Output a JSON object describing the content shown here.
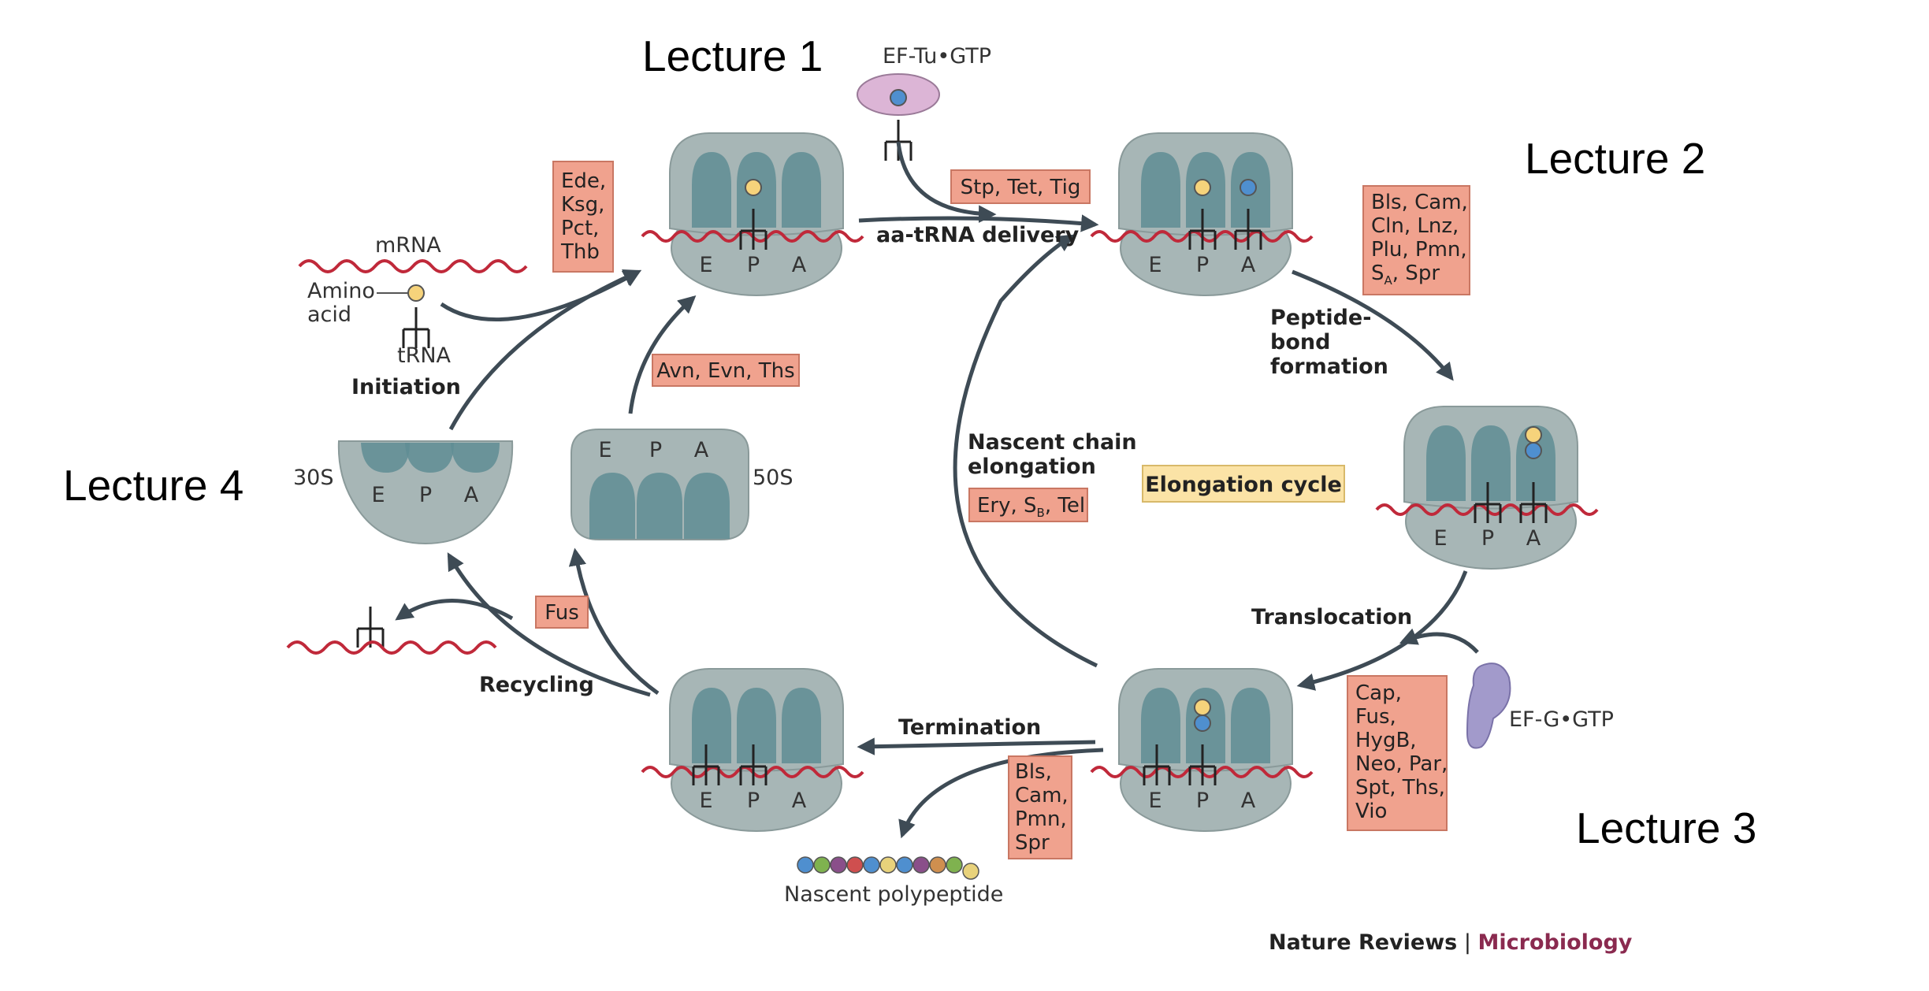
{
  "lectures": [
    "Lecture 1",
    "Lecture 2",
    "Lecture 3",
    "Lecture 4"
  ],
  "sites": [
    "E",
    "P",
    "A"
  ],
  "subunits": {
    "small": "30S",
    "large": "50S"
  },
  "labels": {
    "ef_tu": "EF-Tu•GTP",
    "ef_g": "EF-G•GTP",
    "mrna": "mRNA",
    "amino_acid_1": "Amino",
    "amino_acid_2": "acid",
    "trna": "tRNA",
    "aa_trna_delivery": "aa-tRNA delivery",
    "peptide_bond_1": "Peptide-",
    "peptide_bond_2": "bond",
    "peptide_bond_3": "formation",
    "initiation": "Initiation",
    "nascent_chain_1": "Nascent chain",
    "nascent_chain_2": "elongation",
    "elongation_cycle": "Elongation cycle",
    "translocation": "Translocation",
    "termination": "Termination",
    "recycling": "Recycling",
    "nascent_polypeptide": "Nascent polypeptide"
  },
  "antibiotics": {
    "initiation_box": [
      "Ede,",
      "Ksg,",
      "Pct,",
      "Thb"
    ],
    "delivery_box": [
      "Stp, Tet, Tig"
    ],
    "peptide_box": [
      "Bls, Cam,",
      "Cln, Lnz,",
      "Plu, Pmn,",
      "S",
      "A",
      ", Spr"
    ],
    "subunit_box": [
      "Avn, Evn, Ths"
    ],
    "elongation_box": [
      "Ery, S",
      "B",
      ", Tel"
    ],
    "recycling_box": [
      "Fus"
    ],
    "termination_box": [
      "Bls,",
      "Cam,",
      "Pmn,",
      "Spr"
    ],
    "translocation_box": [
      "Cap,",
      "Fus,",
      "HygB,",
      "Neo, Par,",
      "Spt, Ths,",
      "Vio"
    ]
  },
  "credit": {
    "journal": "Nature Reviews",
    "separator": " | ",
    "section": "Microbiology"
  },
  "colors": {
    "ribosome": "#a7b6b6",
    "ribosome_pocket": "#5f8d94",
    "mrna": "#c0293a",
    "antibiotic_box": "#f0a28e",
    "elongation_box": "#fbe3a6",
    "arrow": "#3e4b55",
    "amino_acid": "#f6d37b",
    "peptide_blue": "#4f8fcf",
    "ef_tu": "#dcb5d6",
    "ef_g": "#a29acb",
    "credit_accent": "#8a2a4f"
  },
  "polypeptide_colors": [
    "#4f8fcf",
    "#7fb24f",
    "#8a4f8a",
    "#cf4f4f",
    "#4f8fcf",
    "#e8d27b",
    "#4f8fcf",
    "#8a4f8a",
    "#cf8f4f",
    "#7fb24f",
    "#e8d27b"
  ]
}
